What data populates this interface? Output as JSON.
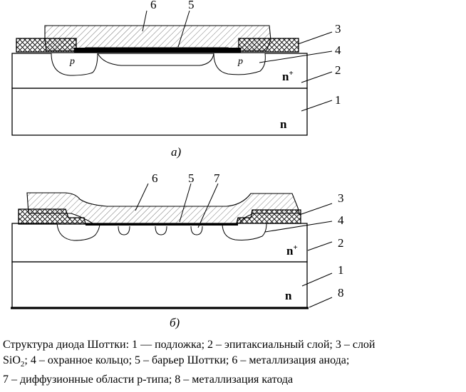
{
  "figure_a": {
    "label": "а)",
    "callouts": [
      "6",
      "5",
      "3",
      "4",
      "2",
      "1"
    ],
    "regions": {
      "n_plus": "n",
      "n_plus_sup": "+",
      "n": "n",
      "p_left": "p",
      "p_right": "p"
    }
  },
  "figure_b": {
    "label": "б)",
    "callouts": [
      "6",
      "5",
      "7",
      "3",
      "4",
      "2",
      "1",
      "8"
    ],
    "regions": {
      "n_plus": "n",
      "n_plus_sup": "+",
      "n": "n"
    }
  },
  "caption": {
    "line1": "Структура диода Шоттки: 1 — подложка; 2 – эпитаксиальный слой; 3 – слой",
    "line2_a": "SiO",
    "line2_sub": "2",
    "line2_b": "; 4 – охранное кольцо; 5 – барьер Шоттки; 6 – металлизация анода;",
    "line3": "7 – диффузионные области p-типа; 8 – металлизация катода"
  }
}
